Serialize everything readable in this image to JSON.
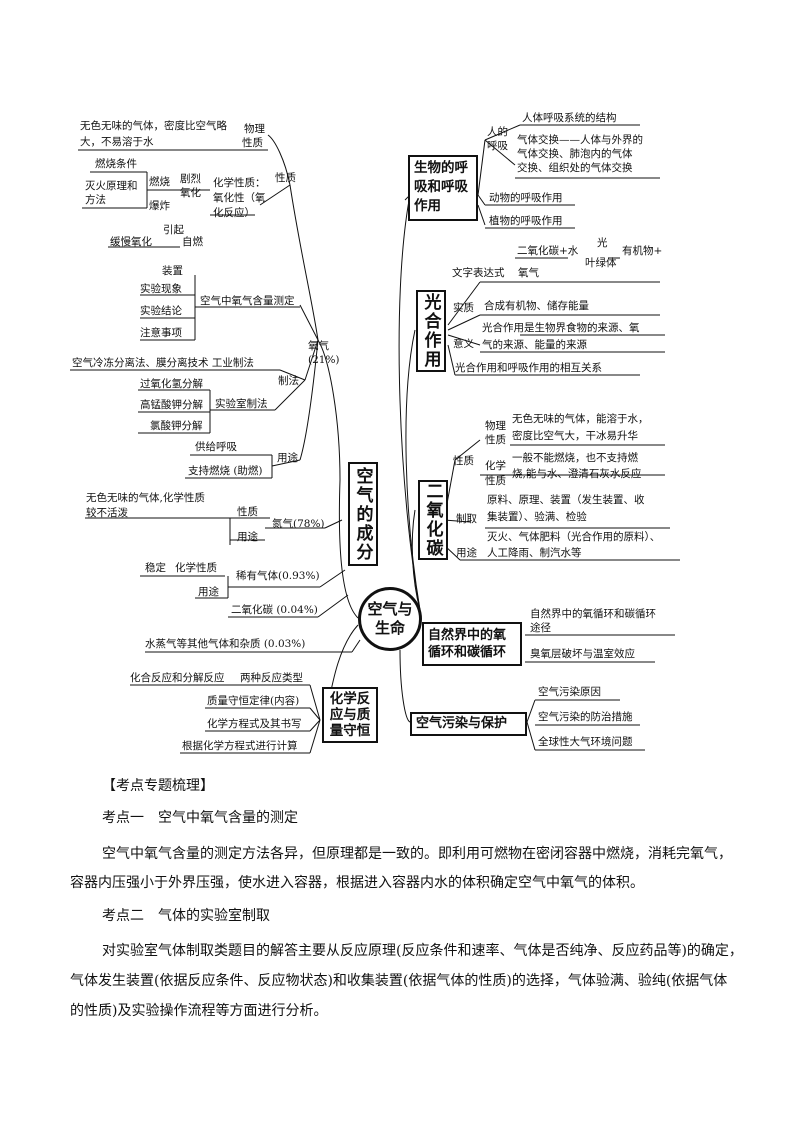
{
  "mindmap": {
    "center": [
      "空气与",
      "生命"
    ],
    "left": {
      "composition": "空气的成分",
      "oxygen": "氧气",
      "oxygen_pct": "(21%)",
      "properties": "性质",
      "physical": [
        "物理",
        "性质"
      ],
      "physical_desc": [
        "无色无味的气体，密度比空气略",
        "大，不易溶于水"
      ],
      "chemical": [
        "化学性质：",
        "氧化性（氧",
        "化反应）"
      ],
      "burning": "燃烧",
      "burning_cond": "燃烧条件",
      "fire_ext": [
        "灭火原理和",
        "方法"
      ],
      "explosion": "爆炸",
      "violent": [
        "剧烈",
        "氧化"
      ],
      "slow_ox": "缓慢氧化",
      "trigger": "引起",
      "spont": "自燃",
      "measure": "空气中氧气含量测定",
      "measure_items": [
        "装置",
        "实验现象",
        "实验结论",
        "注意事项"
      ],
      "prep": "制法",
      "industrial": "空气冷冻分离法、膜分离技术 工业制法",
      "lab": "实验室制法",
      "lab_items": [
        "过氧化氢分解",
        "高锰酸钾分解",
        "氯酸钾分解"
      ],
      "use": "用途",
      "use_items": [
        "供给呼吸",
        "支持燃烧 (助燃)"
      ],
      "nitrogen": "氮气(78%)",
      "n_desc": [
        "无色无味的气体,化学性质",
        "较不活泼"
      ],
      "n_props": "性质",
      "n_use": "用途",
      "noble": "稀有气体(0.93%)",
      "noble_stable": "稳定",
      "noble_chem": "化学性质",
      "noble_use": "用途",
      "co2_pct": "二氧化碳 (0.04%)",
      "water": "水蒸气等其他气体和杂质 (0.03%)",
      "reaction": "化学反应与质量守恒",
      "reaction_items": [
        "化合反应和分解反应",
        "两种反应类型",
        "质量守恒定律(内容)",
        "化学方程式及其书写",
        "根据化学方程式进行计算"
      ]
    },
    "right": {
      "respiration": [
        "生物的呼",
        "吸和呼吸",
        "作用"
      ],
      "human": [
        "人的",
        "呼吸"
      ],
      "human_items": [
        "人体呼吸系统的结构",
        "气体交换——人体与外界的",
        "气体交换、肺泡内的气体",
        "交换、组织处的气体交换"
      ],
      "animal": "动物的呼吸作用",
      "plant": "植物的呼吸作用",
      "photosynthesis": "光合作用",
      "equation_left": "二氧化碳+水",
      "equation_light": "光",
      "equation_chloro": "叶绿体",
      "equation_right": "有机物+",
      "equation_o2": "氧气",
      "word_eq": "文字表达式",
      "essence": "实质",
      "essence_desc": "合成有机物、储存能量",
      "meaning": "意义",
      "meaning_desc": [
        "光合作用是生物界食物的来源、氧",
        "气的来源、能量的来源"
      ],
      "relation": "光合作用和呼吸作用的相互关系",
      "co2": "二氧化碳",
      "co2_props": "性质",
      "co2_phys": [
        "物理",
        "性质"
      ],
      "co2_phys_desc": [
        "无色无味的气体，能溶于水，",
        "密度比空气大，干冰易升华"
      ],
      "co2_chem": [
        "化学",
        "性质"
      ],
      "co2_chem_desc": [
        "一般不能燃烧，也不支持燃",
        "烧,能与水、澄清石灰水反应"
      ],
      "co2_prep": "制取",
      "co2_prep_desc": [
        "原料、原理、装置（发生装置、收",
        "集装置）、验满、检验"
      ],
      "co2_use": "用途",
      "co2_use_desc": [
        "灭火、气体肥料（光合作用的原料）、",
        "人工降雨、制汽水等"
      ],
      "cycle": [
        "自然界中的氧",
        "循环和碳循环"
      ],
      "cycle_items": [
        "自然界中的氧循环和碳循环",
        "途径",
        "臭氧层破坏与温室效应"
      ],
      "pollution": "空气污染与保护",
      "pollution_items": [
        "空气污染原因",
        "空气污染的防治措施",
        "全球性大气环境问题"
      ]
    }
  },
  "text": {
    "section_title": "【考点专题梳理】",
    "point1": "考点一　空气中氧气含量的测定",
    "p1_line1": "空气中氧气含量的测定方法各异，但原理都是一致的。即利用可燃物在密闭容器中燃烧，消耗完氧气，",
    "p1_line2": "容器内压强小于外界压强，使水进入容器，根据进入容器内水的体积确定空气中氧气的体积。",
    "point2": "考点二　气体的实验室制取",
    "p2_line1": "对实验室气体制取类题目的解答主要从反应原理(反应条件和速率、气体是否纯净、反应药品等)的确定，",
    "p2_line2": "气体发生装置(依据反应条件、反应物状态)和收集装置(依据气体的性质)的选择，气体验满、验纯(依据气体",
    "p2_line3": "的性质)及实验操作流程等方面进行分析。"
  }
}
